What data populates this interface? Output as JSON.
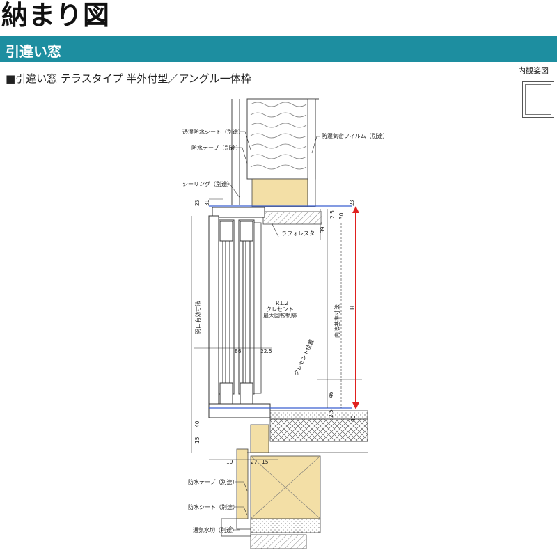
{
  "page_title": "納まり図",
  "banner_title": "引違い窓",
  "subtitle": "■引違い窓 テラスタイプ 半外付型／アングル一体枠",
  "view_label": "内観姿図",
  "labels": {
    "sheet": "透湿防水シート（別途）",
    "tape_top": "防水テープ（別途）",
    "sealing": "シーリング（別途）",
    "vapor_film": "防湿気密フィルム（別途）",
    "lafore": "ラフォレスタ",
    "crescent": "クレセント位置",
    "radius": "R1.2\nクレセント\n最大回転軌跡",
    "inner_dim": "内法基準寸法",
    "h": "H",
    "opening": "開口有効寸法",
    "tape_bottom": "防水テープ（別途）",
    "sheet_bottom": "防水シート（別途）",
    "drip": "通気水切（別途）"
  },
  "dims": {
    "d23a": "23",
    "d31": "31",
    "d23b": "23",
    "d30": "30",
    "d25a": "2.5",
    "d39": "39",
    "d86": "86",
    "d225": "22.5",
    "d46": "46",
    "d25b": "2.5",
    "d40a": "40",
    "d40b": "40",
    "d15": "15",
    "d19": "19",
    "d27": "27",
    "d15b": "15"
  },
  "colors": {
    "banner": "#1d8ea0",
    "wood": "#f3dfa6",
    "red": "#e0211f",
    "blue": "#3a5fd0"
  }
}
